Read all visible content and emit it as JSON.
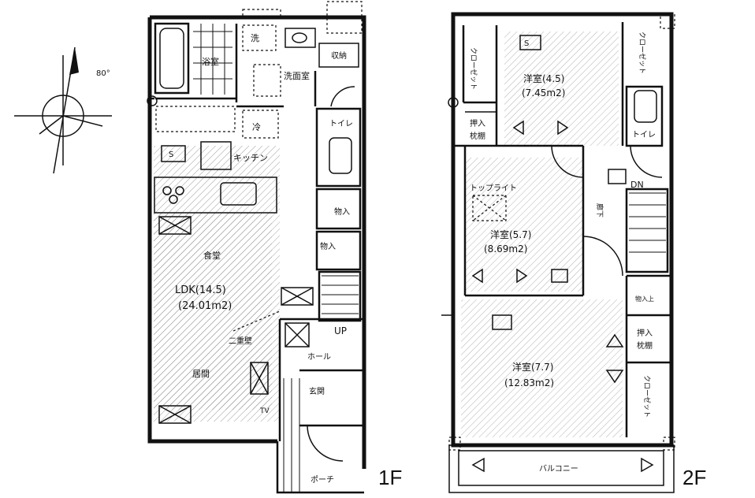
{
  "compass": {
    "angle_label": "80°"
  },
  "floor1": {
    "label": "1F",
    "rooms": {
      "bath": "浴室",
      "wash": "洗",
      "washroom": "洗面室",
      "storage_small": "収納",
      "fridge": "冷",
      "toilet": "トイレ",
      "kitchen": "キッチン",
      "storage1": "物入",
      "storage2": "物入",
      "dining": "食堂",
      "ldk": "LDK(14.5)",
      "ldk_area": "(24.01m2)",
      "living": "居間",
      "ceiling": "二重壁",
      "up": "UP",
      "hall": "ホール",
      "entrance": "玄関",
      "porch": "ポーチ",
      "tv": "TV",
      "s_mark": "S"
    }
  },
  "floor2": {
    "label": "2F",
    "rooms": {
      "closet1": "クローゼット",
      "room45": "洋室(4.5)",
      "room45_area": "(7.45m2)",
      "closet_top_right": "クローゼット",
      "toilet": "トイレ",
      "oshiire1": "押入",
      "makura1": "枕棚",
      "toplight": "トップライト",
      "corridor": "廊下",
      "dn": "DN",
      "room57": "洋室(5.7)",
      "room57_area": "(8.69m2)",
      "storage_top": "物入上",
      "oshiire2": "押入",
      "makura2": "枕棚",
      "room77": "洋室(7.7)",
      "room77_area": "(12.83m2)",
      "closet_right": "クローゼット",
      "balcony": "バルコニー",
      "s_mark": "S"
    }
  }
}
